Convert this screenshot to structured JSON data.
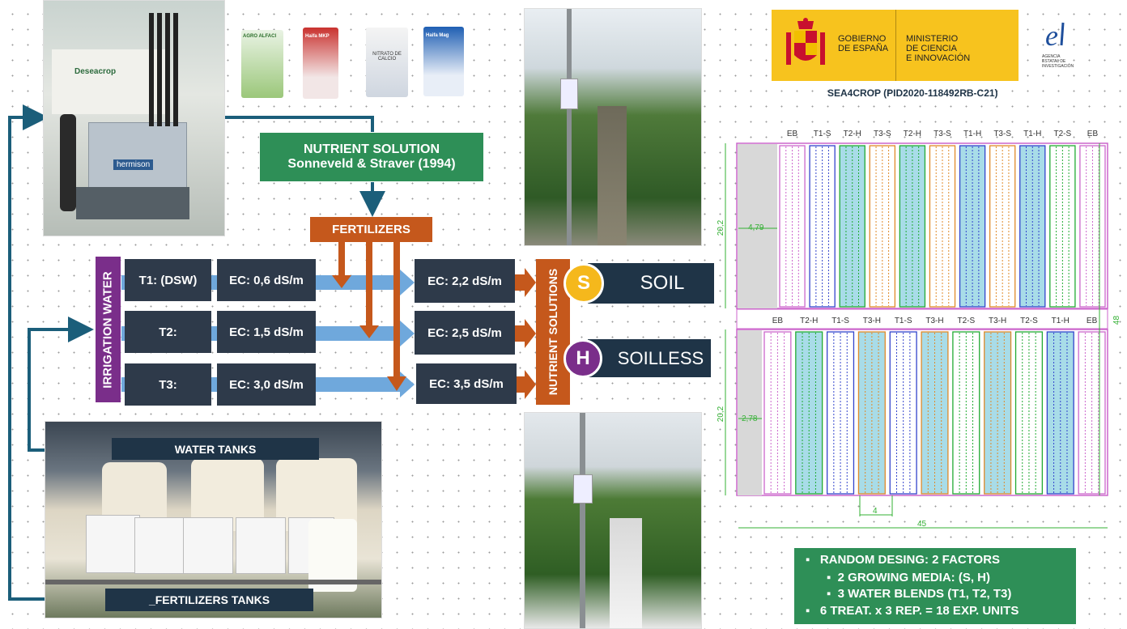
{
  "nutrient_solution": {
    "line1": "NUTRIENT SOLUTION",
    "line2": "Sonneveld & Straver (1994)"
  },
  "fertilizers": "FERTILIZERS",
  "irrigation_water": "IRRIGATION WATER",
  "treatments": [
    {
      "name": "T1: (DSW)",
      "ec_in": "EC: 0,6 dS/m",
      "ec_out": "EC: 2,2 dS/m"
    },
    {
      "name": "T2:",
      "ec_in": "EC: 1,5 dS/m",
      "ec_out": "EC: 2,5 dS/m"
    },
    {
      "name": "T3:",
      "ec_in": "EC: 3,0 dS/m",
      "ec_out": "EC: 3,5 dS/m"
    }
  ],
  "nutrient_solutions": "NUTRIENT SOLUTIONS",
  "soil": {
    "letter": "S",
    "label": "SOIL"
  },
  "soilless": {
    "letter": "H",
    "label": "SOILLESS"
  },
  "water_tanks": "WATER TANKS",
  "fertilizers_tanks": "_FERTILIZERS TANKS",
  "photo_labels": {
    "deseacrop": "Deseacrop",
    "hermison": "hermison"
  },
  "bags": [
    "AGRO ALFACI",
    "Haifa MKP",
    "NITRATO DE CALCIO",
    "Haifa Mag"
  ],
  "gov": {
    "l1": "GOBIERNO",
    "l2": "DE ESPAÑA",
    "m1": "MINISTERIO",
    "m2": "DE CIENCIA",
    "m3": "E INNOVACIÓN",
    "agency": "AGENCIA ESTATAL DE INVESTIGACIÓN",
    "project": "SEA4CROP (PID2020-118492RB-C21)"
  },
  "plot": {
    "top_labels": [
      "EB",
      "T1-S",
      "T2-H",
      "T3-S",
      "T2-H",
      "T3-S",
      "T1-H",
      "T3-S",
      "T1-H",
      "T2-S",
      "EB"
    ],
    "bottom_labels": [
      "EB",
      "T2-H",
      "T1-S",
      "T3-H",
      "T1-S",
      "T3-H",
      "T2-S",
      "T3-H",
      "T2-S",
      "T1-H",
      "EB"
    ],
    "dim_top": "20,2",
    "dim_bottom": "20,2",
    "dim_total": "48",
    "dim_width": "45",
    "w_top": "4,79",
    "w_bottom": "2,78",
    "w_bed": "4"
  },
  "legend": [
    "RANDOM DESING: 2 FACTORS",
    "2 GROWING MEDIA: (S, H)",
    "3 WATER BLENDS (T1, T2, T3)",
    "6 TREAT. x 3 REP. = 18 EXP.  UNITS"
  ],
  "colors": {
    "dark": "#2e3a4a",
    "green": "#2e8f57",
    "orange": "#c5581c",
    "purple": "#7a2e8a",
    "navy": "#1f3447",
    "arrow": "#6fa8dc",
    "soil": "#f5b81c",
    "soilless": "#7a2e8a"
  }
}
